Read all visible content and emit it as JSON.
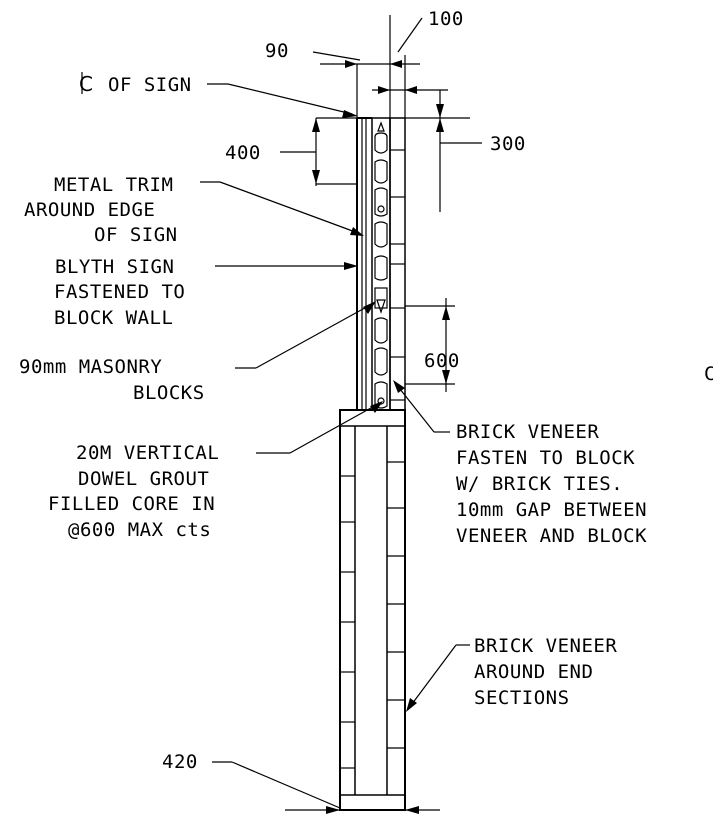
{
  "dimensions": {
    "d100": "100",
    "d90": "90",
    "d300": "300",
    "d400": "400",
    "d600": "600",
    "d420": "420"
  },
  "labels": {
    "centerline": [
      "OF SIGN"
    ],
    "metal_trim": [
      "METAL TRIM",
      "AROUND EDGE",
      "OF SIGN"
    ],
    "sign": [
      "BLYTH SIGN",
      "FASTENED TO",
      "BLOCK WALL"
    ],
    "blocks": [
      "90mm MASONRY",
      "BLOCKS"
    ],
    "dowel": [
      "20M VERTICAL",
      "DOWEL GROUT",
      "FILLED CORE IN",
      "@600 MAX cts"
    ],
    "veneer_tie": [
      "BRICK VENEER",
      "FASTEN TO BLOCK",
      "W/ BRICK TIES.",
      "10mm GAP BETWEEN",
      "VENEER AND BLOCK"
    ],
    "veneer_end": [
      "BRICK VENEER",
      "AROUND END",
      "SECTIONS"
    ],
    "edge_fragment": "C"
  },
  "symbols": {
    "centerline_symbol": "centerline-icon"
  }
}
